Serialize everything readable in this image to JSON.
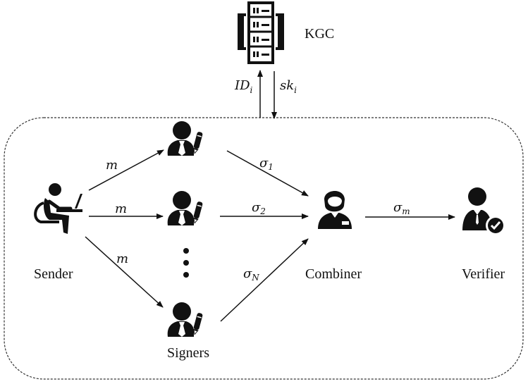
{
  "diagram": {
    "kgc": {
      "label": "KGC"
    },
    "kgc_links": {
      "up_label": "ID",
      "up_sub": "i",
      "down_label": "sk",
      "down_sub": "i"
    },
    "sender": {
      "label": "Sender"
    },
    "signers": {
      "label": "Signers",
      "ellipsis": "⋮"
    },
    "combiner": {
      "label": "Combiner"
    },
    "verifier": {
      "label": "Verifier"
    },
    "edges": {
      "m1": "m",
      "m2": "m",
      "m3": "m",
      "s1": "σ",
      "s1_sub": "1",
      "s2": "σ",
      "s2_sub": "2",
      "sN": "σ",
      "sN_sub": "N",
      "sm": "σ",
      "sm_sub": "m"
    },
    "colors": {
      "ink": "#111111",
      "background": "#ffffff"
    }
  }
}
